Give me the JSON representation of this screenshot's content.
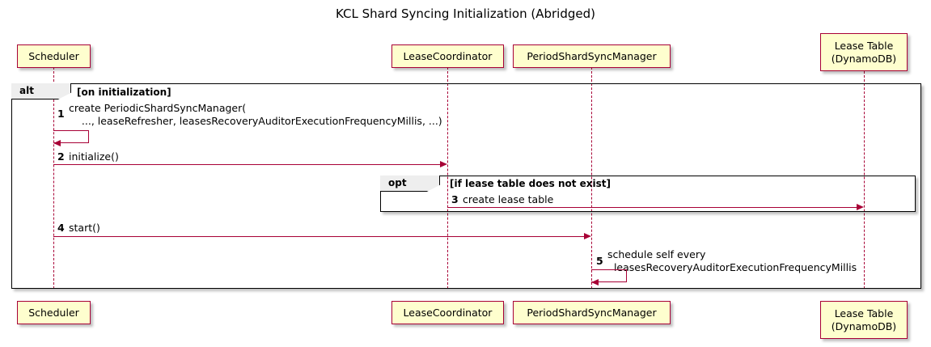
{
  "diagram": {
    "title": "KCL Shard Syncing Initialization (Abridged)",
    "type": "uml-sequence-diagram",
    "colors": {
      "participant_fill": "#FEFECE",
      "participant_border": "#A80036",
      "message_line": "#A80036",
      "fragment_border": "#000000",
      "fragment_label_fill": "#EEEEEE",
      "background": "#FFFFFF"
    }
  },
  "participants": [
    {
      "id": "scheduler",
      "label": "Scheduler"
    },
    {
      "id": "lease-coordinator",
      "label": "LeaseCoordinator"
    },
    {
      "id": "period-shard-sync-manager",
      "label": "PeriodShardSyncManager"
    },
    {
      "id": "lease-table",
      "label": "Lease Table\n(DynamoDB)"
    }
  ],
  "fragments": [
    {
      "id": "alt",
      "operator": "alt",
      "guard": "[on initialization]"
    },
    {
      "id": "opt",
      "operator": "opt",
      "guard": "[if lease table does not exist]"
    }
  ],
  "messages": [
    {
      "number": "1",
      "from": "scheduler",
      "to": "scheduler",
      "self": true,
      "text": "create PeriodicShardSyncManager(\n    ..., leaseRefresher, leasesRecoveryAuditorExecutionFrequencyMillis, ...)"
    },
    {
      "number": "2",
      "from": "scheduler",
      "to": "lease-coordinator",
      "self": false,
      "text": "initialize()"
    },
    {
      "number": "3",
      "from": "lease-coordinator",
      "to": "lease-table",
      "self": false,
      "text": "create lease table"
    },
    {
      "number": "4",
      "from": "scheduler",
      "to": "period-shard-sync-manager",
      "self": false,
      "text": "start()"
    },
    {
      "number": "5",
      "from": "period-shard-sync-manager",
      "to": "period-shard-sync-manager",
      "self": true,
      "text": "schedule self every\n  leasesRecoveryAuditorExecutionFrequencyMillis"
    }
  ]
}
